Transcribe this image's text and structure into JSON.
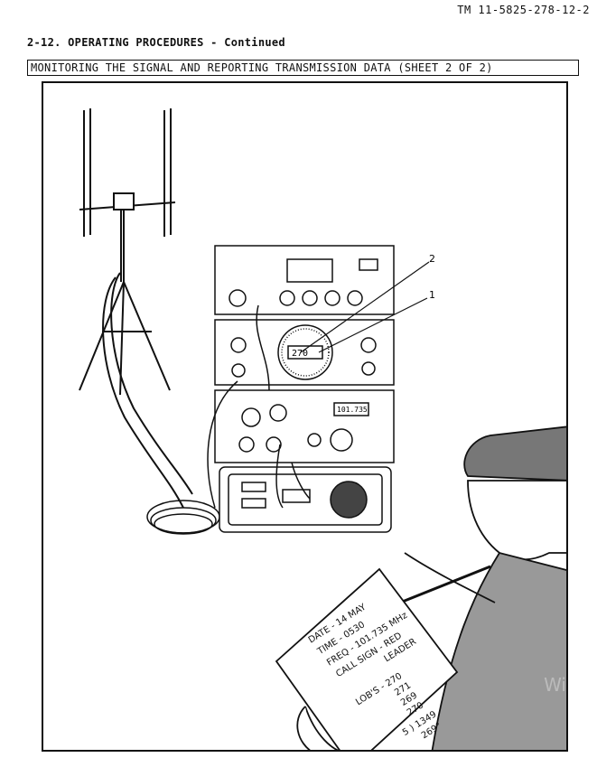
{
  "header": {
    "doc_number": "TM 11-5825-278-12-2"
  },
  "section": {
    "heading": "2-12.   OPERATING PROCEDURES - Continued"
  },
  "sheet": {
    "title": "MONITORING THE SIGNAL AND REPORTING TRANSMISSION DATA (SHEET 2 OF 2)"
  },
  "figure": {
    "callouts": [
      "2",
      "1"
    ],
    "bearing_readout": "270",
    "frequency_display": "101.735",
    "notepad": {
      "date": "DATE - 14 MAY",
      "time": "TIME - 0530",
      "freq": "FREQ - 101.735 MHz",
      "call_sign": "CALL SIGN - RED",
      "leader": "LEADER",
      "lobs_label": "LOB'S - 270",
      "lob_values": [
        "271",
        "269",
        "270"
      ],
      "lob_sum": "5 ) 1349",
      "lob_avg": "269°"
    }
  },
  "watermark": {
    "text": "Wi"
  }
}
